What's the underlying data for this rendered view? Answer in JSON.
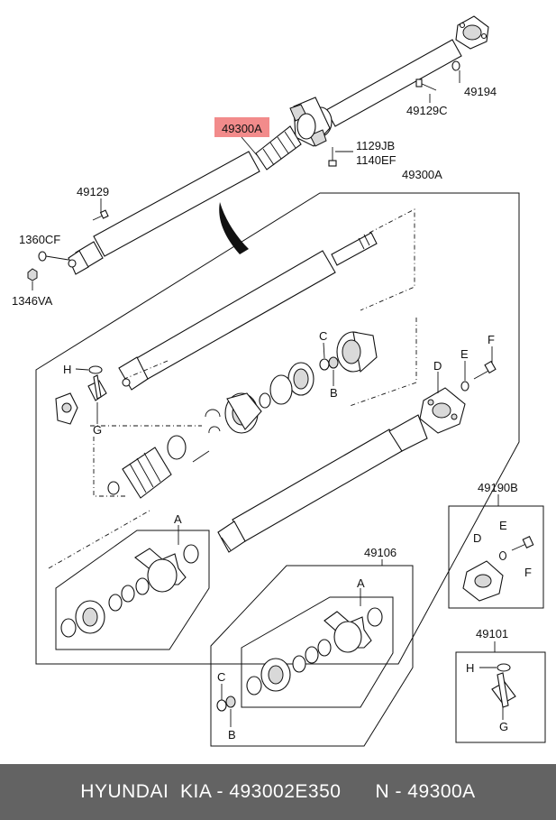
{
  "labels": {
    "l49300a_top": "49300A",
    "l49300a_box": "49300A",
    "l49194": "49194",
    "l49129c": "49129C",
    "l1129jb": "1129JB",
    "l1140ef": "1140EF",
    "l49129": "49129",
    "l1360cf": "1360CF",
    "l1346va": "1346VA",
    "lC1": "C",
    "lB1": "B",
    "lD1": "D",
    "lE1": "E",
    "lF1": "F",
    "lH1": "H",
    "lG1": "G",
    "lA1": "A",
    "l49190b": "49190B",
    "lD2": "D",
    "lE2": "E",
    "lF2": "F",
    "l49106": "49106",
    "lA2": "A",
    "lC2": "C",
    "lB2": "B",
    "l49101": "49101",
    "lH2": "H",
    "lG2": "G"
  },
  "colors": {
    "highlight": "#f28b8b",
    "footer_bg": "#636363",
    "footer_text": "#ffffff"
  },
  "footer": {
    "brand": "HYUNDAI  KIA - 493002E350",
    "ref": "N - 49300A"
  }
}
